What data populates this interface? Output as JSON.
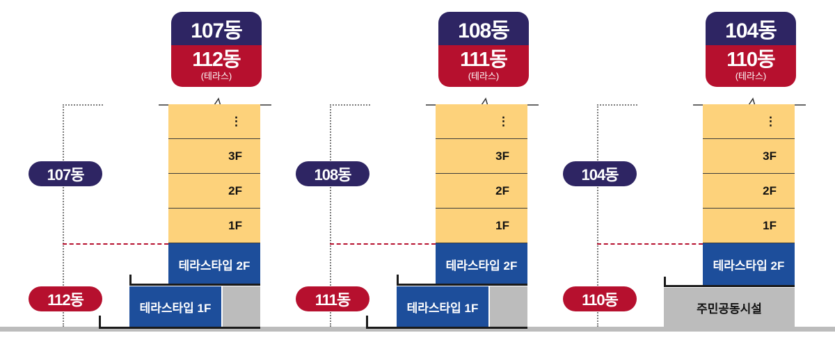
{
  "panels": [
    {
      "top_badge": {
        "upper": "107동",
        "lower": "112동",
        "note": "(테라스)"
      },
      "upper_pill": "107동",
      "lower_pill": "112동",
      "floors": [
        "⋮",
        "3F",
        "2F",
        "1F"
      ],
      "terrace_2f": "테라스타입 2F",
      "terrace_1f": "테라스타입 1F",
      "base_type": "terrace"
    },
    {
      "top_badge": {
        "upper": "108동",
        "lower": "111동",
        "note": "(테라스)"
      },
      "upper_pill": "108동",
      "lower_pill": "111동",
      "floors": [
        "⋮",
        "3F",
        "2F",
        "1F"
      ],
      "terrace_2f": "테라스타입 2F",
      "terrace_1f": "테라스타입 1F",
      "base_type": "terrace"
    },
    {
      "top_badge": {
        "upper": "104동",
        "lower": "110동",
        "note": "(테라스)"
      },
      "upper_pill": "104동",
      "lower_pill": "110동",
      "floors": [
        "⋮",
        "3F",
        "2F",
        "1F"
      ],
      "terrace_2f": "테라스타입 2F",
      "community": "주민공동시설",
      "base_type": "community"
    }
  ],
  "colors": {
    "navy": "#2e2563",
    "red": "#b6102e",
    "yellow": "#fdd27b",
    "blue": "#1d4e9b",
    "gray": "#bcbcbc"
  }
}
